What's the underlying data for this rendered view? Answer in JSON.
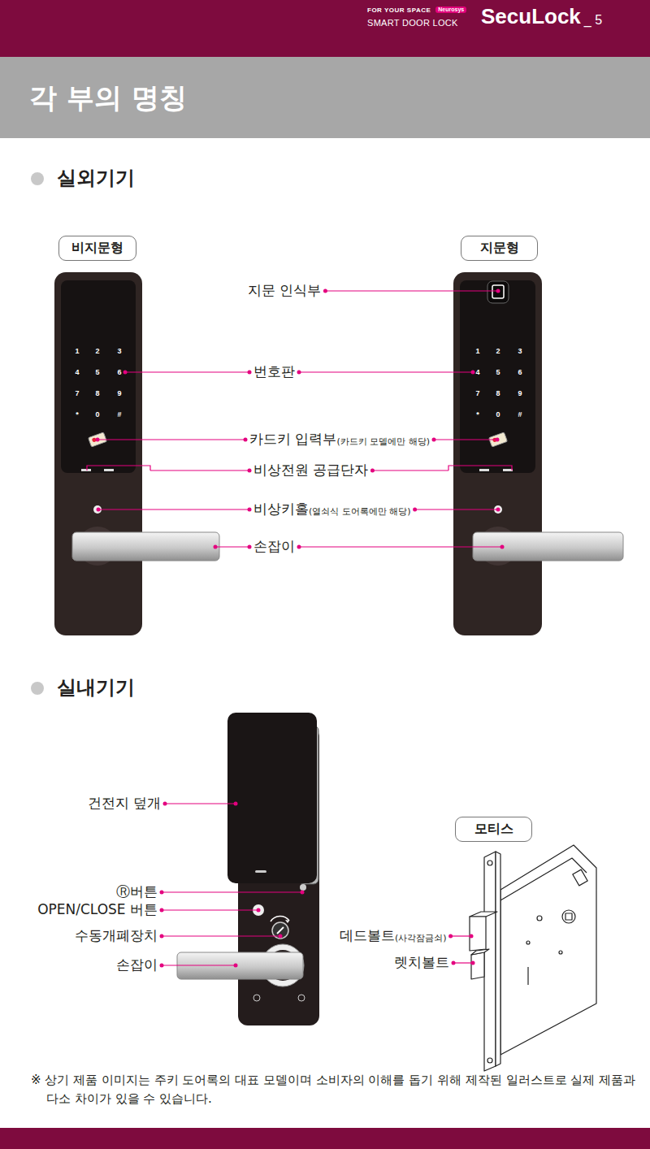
{
  "diagram": {
    "title": "각 부의 명칭",
    "caption": "※ 상기 제품 이미지는 주키 도어록의 대표 모델이며 소비자의 이해를 돕기 위해 제작된 일러스트로 실제 제품과 다소 차이가 있을 수 있습니다.",
    "nodes": [
      {
        "text": [
          "비지문형"
        ]
      },
      {
        "text": [
          "지문형"
        ]
      },
      {
        "text": [
          "모티스"
        ]
      }
    ],
    "labels": [
      "FOR YOUR SPACE",
      "Neurosys",
      "SMART DOOR LOCK",
      "SecuLock",
      "_ 5",
      "실외기기",
      "지문 인식부",
      "번호판",
      "카드키 입력부",
      "(카드키 모델에만 해당)",
      "비상전원 공급단자",
      "비상키홀",
      "(열쇠식 도어록에만 해당)",
      "손잡이",
      "실내기기",
      "건전지 덮개",
      "Ⓡ버튼",
      "OPEN/CLOSE 버튼",
      "수동개폐장치",
      "손잡이",
      "데드볼트",
      "(사각잠금쇠)",
      "렛치볼트",
      "1",
      "2",
      "3",
      "4",
      "5",
      "6",
      "7",
      "8",
      "9",
      "*",
      "0",
      "#",
      "1",
      "2",
      "3",
      "4",
      "5",
      "6",
      "7",
      "8",
      "9",
      "*",
      "0",
      "#"
    ]
  }
}
